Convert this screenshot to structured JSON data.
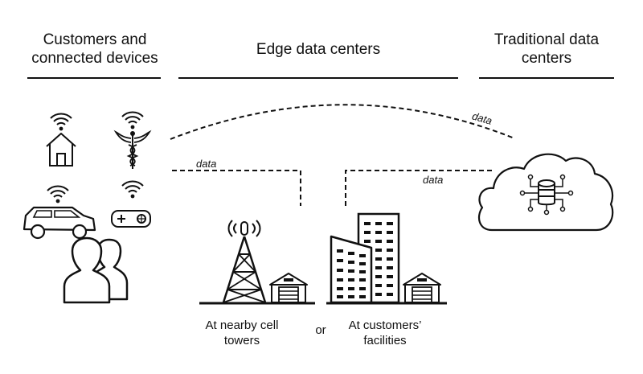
{
  "headings": {
    "customers": [
      "Customers and",
      "connected devices"
    ],
    "edge": "Edge data centers",
    "traditional": [
      "Traditional data",
      "centers"
    ]
  },
  "flows": {
    "to_traditional_label": "data",
    "to_cell_tower_label": "data",
    "from_facilities_label": "data"
  },
  "captions": {
    "cell_towers": [
      "At nearby cell",
      "towers"
    ],
    "separator": "or",
    "facilities": [
      "At customers’",
      "facilities"
    ]
  },
  "icons": {
    "devices": [
      "home-wifi-icon",
      "medical-wifi-icon",
      "car-wifi-icon",
      "gamepad-wifi-icon",
      "people-icon"
    ],
    "edge": [
      "cell-tower-icon",
      "warehouse-icon",
      "office-buildings-icon"
    ],
    "cloud": "cloud-server-icon"
  }
}
